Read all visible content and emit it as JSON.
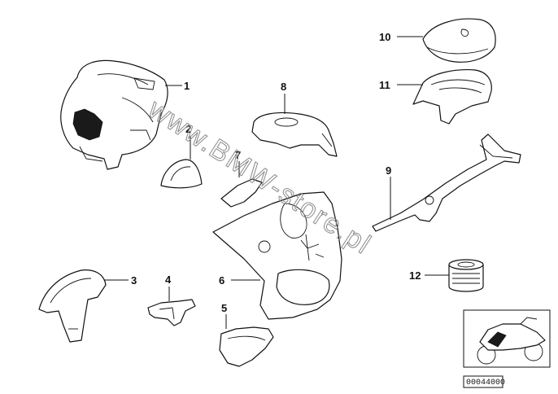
{
  "diagram": {
    "watermark": "www.BMW-store.pl",
    "callouts": [
      "1",
      "2",
      "3",
      "4",
      "5",
      "6",
      "7",
      "8",
      "9",
      "10",
      "11",
      "12"
    ],
    "reference_code": "00044000"
  }
}
